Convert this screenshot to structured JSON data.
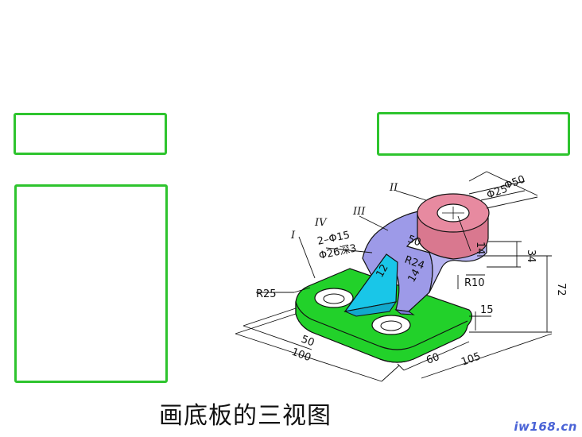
{
  "caption": "画底板的三视图",
  "watermark": "iw168.cn",
  "labels": {
    "part_I": "I",
    "part_II": "II",
    "part_III": "III",
    "part_IV": "IV",
    "hole_count_dia": "2–Φ15",
    "counterbore": "Φ26深3",
    "phi50": "Φ50",
    "phi25": "Φ25",
    "d14_top": "14",
    "d50_arm": "50",
    "r24": "R24",
    "d12_rib": "12",
    "d14_arm": "14",
    "r10": "R10",
    "d34": "34",
    "d72": "72",
    "d15": "15",
    "r25": "R25",
    "d50_base": "50",
    "d100": "100",
    "d60": "60",
    "d105": "105"
  },
  "colors": {
    "frame_green": "#2ec42e",
    "base_green": "#22d12a",
    "arm_purple": "#9d9ae8",
    "cylinder_pink": "#e78aa0",
    "rib_cyan": "#19c6e8",
    "watermark_blue": "#4a63d6"
  }
}
